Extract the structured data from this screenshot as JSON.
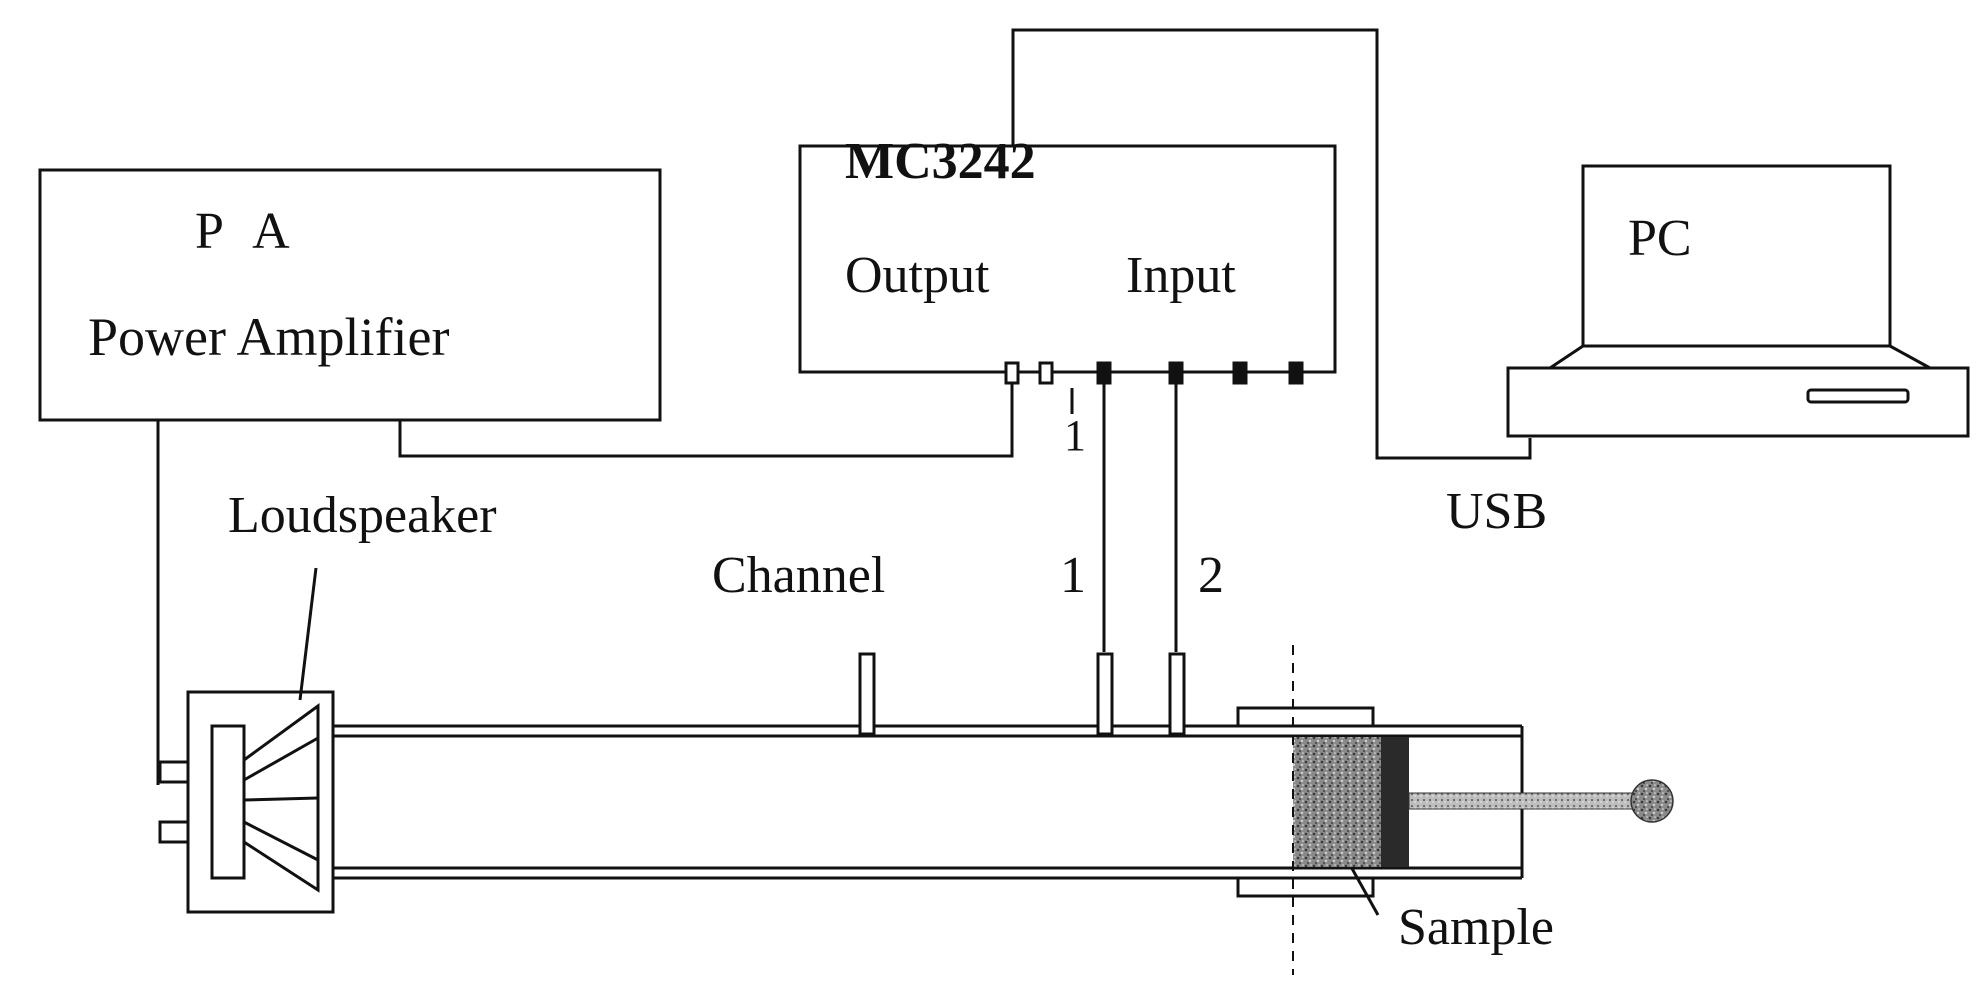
{
  "labels": {
    "pa_abbrev": "P A",
    "pa_name": "Power Amplifier",
    "analyzer_name": "MC3242",
    "analyzer_output": "Output",
    "analyzer_input": "Input",
    "channel_1_near_output": "1",
    "pc": "PC",
    "usb": "USB",
    "loudspeaker": "Loudspeaker",
    "channel": "Channel",
    "channel_1": "1",
    "channel_2": "2",
    "sample": "Sample"
  },
  "colors": {
    "line": "#111111",
    "background": "#ffffff",
    "sample_fill": "#7a7a7a",
    "sample_backing": "#2a2a2a"
  }
}
